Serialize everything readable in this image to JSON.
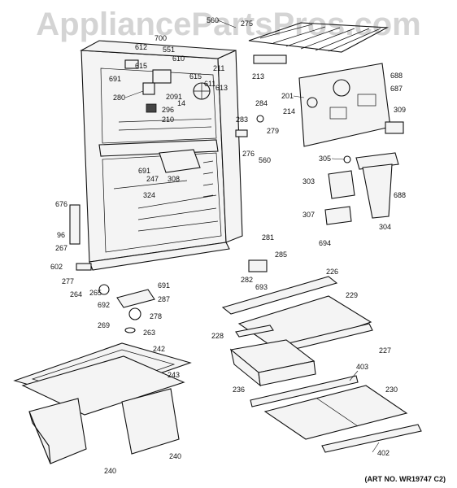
{
  "watermark": "AppliancePartsPros.com",
  "art_number": "(ART NO. WR19747 C2)",
  "callouts": {
    "c560a": "560",
    "c275": "275",
    "c700": "700",
    "c612": "612",
    "c551": "551",
    "c610": "610",
    "c691a": "691",
    "c615a": "615",
    "c211": "211",
    "c615b": "615",
    "c611": "611",
    "c613": "613",
    "c280": "280",
    "c2091": "2091",
    "c14": "14",
    "c296": "296",
    "c210": "210",
    "c213": "213",
    "c688a": "688",
    "c687": "687",
    "c201": "201",
    "c214": "214",
    "c309": "309",
    "c284": "284",
    "c283": "283",
    "c279": "279",
    "c276": "276",
    "c560b": "560",
    "c305": "305",
    "c303": "303",
    "c688b": "688",
    "c307": "307",
    "c304": "304",
    "c694": "694",
    "c691b": "691",
    "c247": "247",
    "c308": "308",
    "c324": "324",
    "c676": "676",
    "c96": "96",
    "c267": "267",
    "c602": "602",
    "c277": "277",
    "c264": "264",
    "c265": "265",
    "c691c": "691",
    "c287": "287",
    "c692": "692",
    "c278": "278",
    "c269": "269",
    "c263": "263",
    "c281": "281",
    "c285": "285",
    "c282": "282",
    "c693": "693",
    "c226": "226",
    "c229": "229",
    "c228": "228",
    "c227": "227",
    "c236": "236",
    "c403": "403",
    "c230": "230",
    "c402": "402",
    "c242": "242",
    "c243": "243",
    "c240a": "240",
    "c240b": "240"
  }
}
